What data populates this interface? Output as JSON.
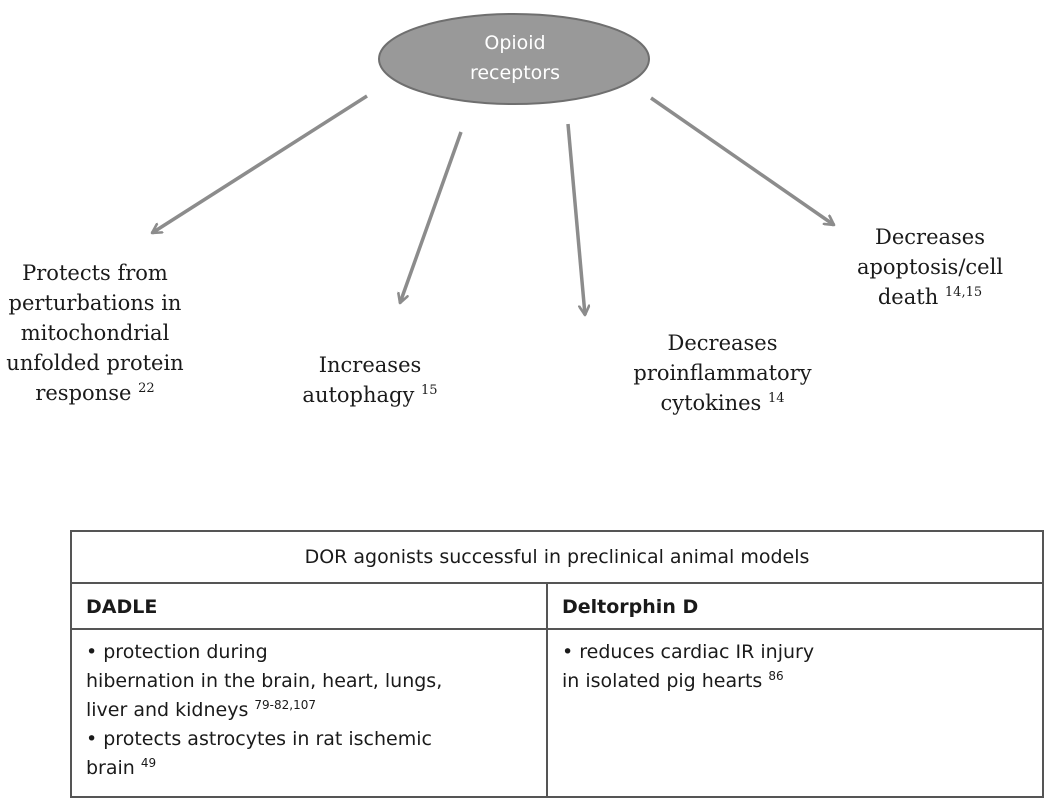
{
  "diagram": {
    "center": {
      "line1": "Opioid",
      "line2": "receptors",
      "fill": "#999999"
    },
    "arrow_color": "#8c8c8c",
    "effects": [
      {
        "lines": [
          "Protects from",
          "perturbations in",
          "mitochondrial",
          "unfolded protein"
        ],
        "last_line": "response",
        "refs": "22"
      },
      {
        "lines": [
          "Increases"
        ],
        "last_line": "autophagy",
        "refs": "15"
      },
      {
        "lines": [
          "Decreases",
          "proinflammatory"
        ],
        "last_line": "cytokines",
        "refs": "14"
      },
      {
        "lines": [
          "Decreases",
          "apoptosis/cell"
        ],
        "last_line": "death",
        "refs": "14,15"
      }
    ]
  },
  "table": {
    "title": "DOR agonists successful in preclinical animal models",
    "columns": [
      {
        "header": "DADLE",
        "lines": [
          {
            "text": "• protection during"
          },
          {
            "text": "hibernation in the brain, heart, lungs,"
          },
          {
            "text": "liver and kidneys",
            "refs": "79-82,107"
          },
          {
            "text": "• protects astrocytes in rat ischemic"
          },
          {
            "text": "brain",
            "refs": "49"
          }
        ]
      },
      {
        "header": "Deltorphin D",
        "lines": [
          {
            "text": "• reduces cardiac IR injury"
          },
          {
            "text": "in isolated pig hearts",
            "refs": "86"
          }
        ]
      }
    ]
  }
}
